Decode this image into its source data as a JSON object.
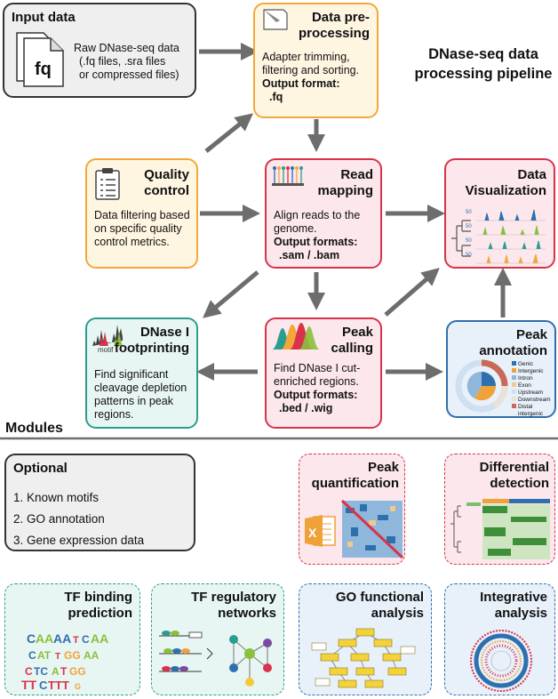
{
  "page_title": [
    "DNase-seq data",
    "processing pipeline"
  ],
  "input": {
    "title": "Input data",
    "icon_text": "fq",
    "body": [
      "Raw DNase-seq data",
      "(.fq files, .sra files",
      "or compressed files)"
    ]
  },
  "preprocessing": {
    "title": [
      "Data pre-",
      "processing"
    ],
    "body": [
      "Adapter trimming,",
      "filtering and sorting."
    ],
    "output_label": "Output format:",
    "output_value": ".fq"
  },
  "quality": {
    "title": [
      "Quality",
      "control"
    ],
    "body": [
      "Data filtering based",
      "on specific quality",
      "control metrics."
    ]
  },
  "mapping": {
    "title": [
      "Read",
      "mapping"
    ],
    "body": [
      "Align reads to the",
      "genome."
    ],
    "output_label": "Output formats:",
    "output_value": ".sam / .bam"
  },
  "visualization": {
    "title": [
      "Data",
      "Visualization"
    ],
    "tick_labels": [
      "50",
      "50",
      "50",
      "50"
    ]
  },
  "footprinting": {
    "title": [
      "DNase I",
      "footprinting"
    ],
    "icon_label": "motif",
    "body": [
      "Find significant",
      "cleavage depletion",
      "patterns in peak",
      "regions."
    ]
  },
  "peak_calling": {
    "title": [
      "Peak",
      "calling"
    ],
    "body": [
      "Find DNase I cut-",
      "enriched regions."
    ],
    "output_label": "Output formats:",
    "output_value": ".bed / .wig"
  },
  "annotation": {
    "title": [
      "Peak",
      "annotation"
    ],
    "legend": [
      "Genic",
      "Intergenic",
      "Intron",
      "Exon",
      "Upstream",
      "Downstream",
      "Distal",
      "intergenic"
    ],
    "legend_colors": [
      "#2e6fae",
      "#f0a23a",
      "#8fb7dc",
      "#f3c98a",
      "#cfe0f0",
      "#e9e2d6",
      "#c96a57"
    ]
  },
  "modules_label": "Modules",
  "optional": {
    "title": "Optional",
    "items": [
      "1. Known motifs",
      "2. GO annotation",
      "3. Gene expression data"
    ]
  },
  "peak_quant": {
    "title": [
      "Peak",
      "quantification"
    ]
  },
  "differential": {
    "title": [
      "Differential",
      "detection"
    ]
  },
  "tf_binding": {
    "title": [
      "TF binding",
      "prediction"
    ]
  },
  "tf_regulatory": {
    "title": [
      "TF regulatory",
      "networks"
    ]
  },
  "go_functional": {
    "title": [
      "GO functional",
      "analysis"
    ]
  },
  "integrative": {
    "title": [
      "Integrative",
      "analysis"
    ]
  },
  "colors": {
    "arrow": "#6d6d6d",
    "orange": "#f3a73b",
    "orange_fill": "#fff6e2",
    "red": "#d8334a",
    "red_fill": "#fbe7ec",
    "blue": "#2e6fae",
    "blue_fill": "#e8f0fa",
    "teal": "#2a9d91",
    "teal_fill": "#e8f6f3",
    "grey_fill": "#efefef"
  }
}
